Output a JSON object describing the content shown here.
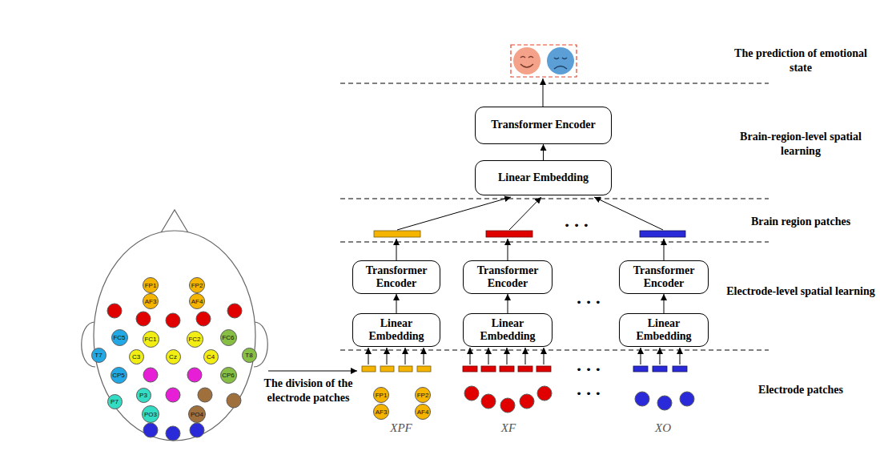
{
  "diagram": {
    "nodes": [
      {
        "text": [
          "Transformer Encoder"
        ]
      },
      {
        "text": [
          "Linear Embedding"
        ]
      },
      {
        "text": [
          "Transformer Encoder"
        ]
      },
      {
        "text": [
          "Transformer Encoder"
        ]
      },
      {
        "text": [
          "Transformer Encoder"
        ]
      },
      {
        "text": [
          "Linear Embedding"
        ]
      },
      {
        "text": [
          "Linear Embedding"
        ]
      },
      {
        "text": [
          "Linear Embedding"
        ]
      },
      {
        "text": [
          "FP1"
        ]
      },
      {
        "text": [
          "FP2"
        ]
      },
      {
        "text": [
          "AF3"
        ]
      },
      {
        "text": [
          "AF4"
        ]
      },
      {
        "text": [
          "FC5"
        ]
      },
      {
        "text": [
          "FC1"
        ]
      },
      {
        "text": [
          "FC2"
        ]
      },
      {
        "text": [
          "FC6"
        ]
      },
      {
        "text": [
          "T7"
        ]
      },
      {
        "text": [
          "C3"
        ]
      },
      {
        "text": [
          "Cz"
        ]
      },
      {
        "text": [
          "C4"
        ]
      },
      {
        "text": [
          "T8"
        ]
      },
      {
        "text": [
          "CP5"
        ]
      },
      {
        "text": [
          "CP6"
        ]
      },
      {
        "text": [
          "P7"
        ]
      },
      {
        "text": [
          "P3"
        ]
      },
      {
        "text": [
          "PO3"
        ]
      },
      {
        "text": [
          "PO4"
        ]
      },
      {
        "text": [
          "FP1"
        ]
      },
      {
        "text": [
          "FP2"
        ]
      },
      {
        "text": [
          "AF3"
        ]
      },
      {
        "text": [
          "AF4"
        ]
      }
    ],
    "edges": [
      {
        "from": 1,
        "to": 0,
        "arrow": "to"
      },
      {
        "from": 5,
        "to": 2,
        "arrow": "to"
      },
      {
        "from": 6,
        "to": 3,
        "arrow": "to"
      },
      {
        "from": 7,
        "to": 4,
        "arrow": "to"
      }
    ],
    "labels": [
      "The prediction of emotional state",
      "Brain-region-level spatial learning",
      "Brain region patches",
      "Electrode-level spatial learning",
      "Electrode patches",
      "The division of the electrode patches",
      "XPF",
      "XF",
      "XO",
      "• • •",
      "• • •",
      "• • •",
      "• • •"
    ]
  }
}
